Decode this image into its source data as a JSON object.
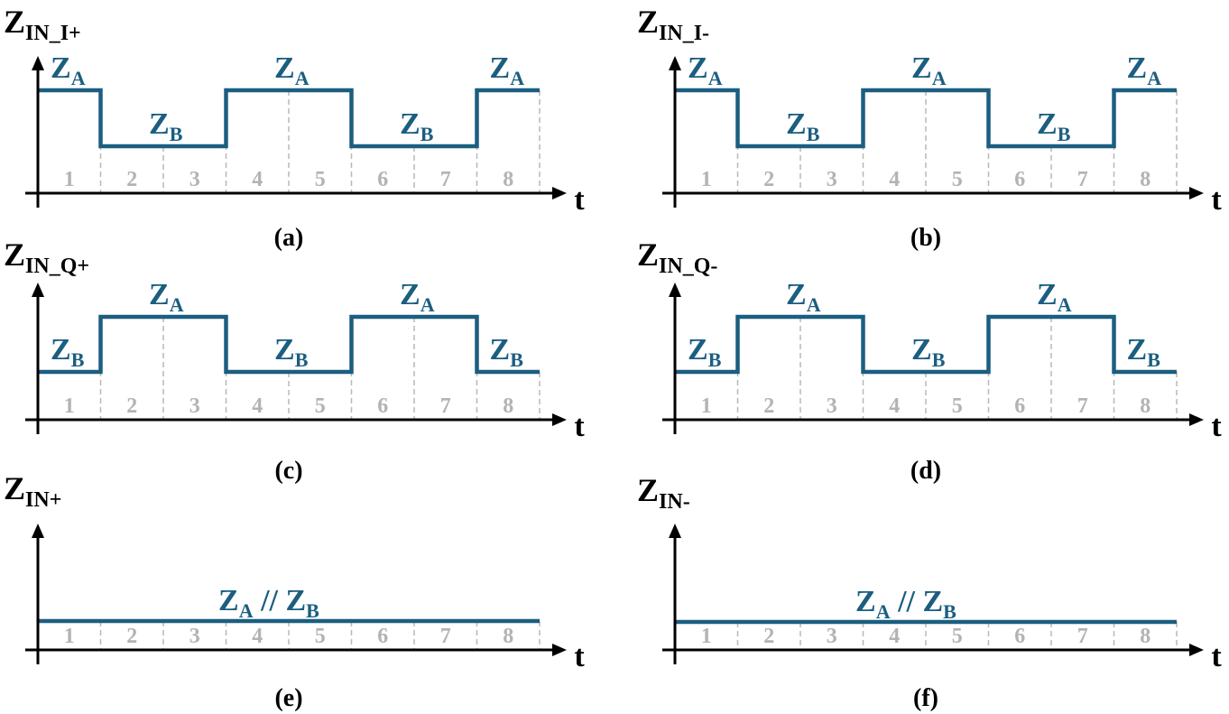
{
  "panels": [
    {
      "id": "a",
      "caption": "(a)",
      "ylabel_main": "Z",
      "ylabel_sub": "IN_I+",
      "t_label": "t",
      "slots": [
        "1",
        "2",
        "3",
        "4",
        "5",
        "6",
        "7",
        "8"
      ],
      "levels": [
        "A",
        "B",
        "B",
        "A",
        "A",
        "B",
        "B",
        "A"
      ],
      "labels": [
        {
          "text": "Z",
          "sub": "A"
        },
        {
          "text": "Z",
          "sub": "B"
        },
        {
          "text": "Z",
          "sub": "A"
        },
        {
          "text": "Z",
          "sub": "B"
        },
        {
          "text": "Z",
          "sub": "A"
        }
      ]
    },
    {
      "id": "b",
      "caption": "(b)",
      "ylabel_main": "Z",
      "ylabel_sub": "IN_I-",
      "t_label": "t",
      "slots": [
        "1",
        "2",
        "3",
        "4",
        "5",
        "6",
        "7",
        "8"
      ],
      "levels": [
        "A",
        "B",
        "B",
        "A",
        "A",
        "B",
        "B",
        "A"
      ],
      "labels": [
        {
          "text": "Z",
          "sub": "A"
        },
        {
          "text": "Z",
          "sub": "B"
        },
        {
          "text": "Z",
          "sub": "A"
        },
        {
          "text": "Z",
          "sub": "B"
        },
        {
          "text": "Z",
          "sub": "A"
        }
      ]
    },
    {
      "id": "c",
      "caption": "(c)",
      "ylabel_main": "Z",
      "ylabel_sub": "IN_Q+",
      "t_label": "t",
      "slots": [
        "1",
        "2",
        "3",
        "4",
        "5",
        "6",
        "7",
        "8"
      ],
      "levels": [
        "B",
        "A",
        "A",
        "B",
        "B",
        "A",
        "A",
        "B"
      ],
      "labels": [
        {
          "text": "Z",
          "sub": "B"
        },
        {
          "text": "Z",
          "sub": "A"
        },
        {
          "text": "Z",
          "sub": "B"
        },
        {
          "text": "Z",
          "sub": "A"
        },
        {
          "text": "Z",
          "sub": "B"
        }
      ]
    },
    {
      "id": "d",
      "caption": "(d)",
      "ylabel_main": "Z",
      "ylabel_sub": "IN_Q-",
      "t_label": "t",
      "slots": [
        "1",
        "2",
        "3",
        "4",
        "5",
        "6",
        "7",
        "8"
      ],
      "levels": [
        "B",
        "A",
        "A",
        "B",
        "B",
        "A",
        "A",
        "B"
      ],
      "labels": [
        {
          "text": "Z",
          "sub": "B"
        },
        {
          "text": "Z",
          "sub": "A"
        },
        {
          "text": "Z",
          "sub": "B"
        },
        {
          "text": "Z",
          "sub": "A"
        },
        {
          "text": "Z",
          "sub": "B"
        }
      ]
    },
    {
      "id": "e",
      "caption": "(e)",
      "ylabel_main": "Z",
      "ylabel_sub": "IN+",
      "t_label": "t",
      "slots": [
        "1",
        "2",
        "3",
        "4",
        "5",
        "6",
        "7",
        "8"
      ],
      "levels": [
        "C",
        "C",
        "C",
        "C",
        "C",
        "C",
        "C",
        "C"
      ],
      "labels": [
        {
          "text": "Z",
          "sub": "A",
          "mid": " // Z",
          "sub2": "B"
        }
      ]
    },
    {
      "id": "f",
      "caption": "(f)",
      "ylabel_main": "Z",
      "ylabel_sub": "IN-",
      "t_label": "t",
      "slots": [
        "1",
        "2",
        "3",
        "4",
        "5",
        "6",
        "7",
        "8"
      ],
      "levels": [
        "C",
        "C",
        "C",
        "C",
        "C",
        "C",
        "C",
        "C"
      ],
      "labels": [
        {
          "text": "Z",
          "sub": "A",
          "mid": " // Z",
          "sub2": "B"
        }
      ]
    }
  ],
  "colors": {
    "waveform": "#1b5e80",
    "slot_numbers": "#b3b3b3",
    "axis": "#000000",
    "grid": "#b8b8b8"
  }
}
